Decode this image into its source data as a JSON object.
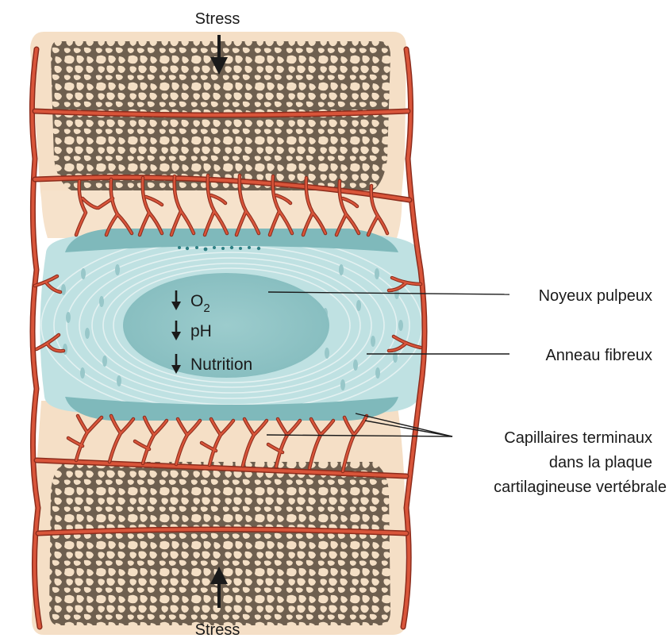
{
  "labels": {
    "stress_top": "Stress",
    "stress_bottom": "Stress",
    "o2_main": "O",
    "o2_sub": "2",
    "ph": "pH",
    "nutrition": "Nutrition",
    "nucleus": "Noyeux pulpeux",
    "annulus": "Anneau fibreux",
    "capillaries_line1": "Capillaires terminaux",
    "capillaries_line2": "dans la plaque",
    "capillaries_line3": "cartilagineuse vertébrale"
  },
  "colors": {
    "bone_cream": "#f5dfc6",
    "bone_dark": "#7a6a58",
    "vessel": "#c9432b",
    "disc_outer": "#bfe1e2",
    "nucleus": "#8fc4c6",
    "endplate": "#7fb9bb"
  }
}
